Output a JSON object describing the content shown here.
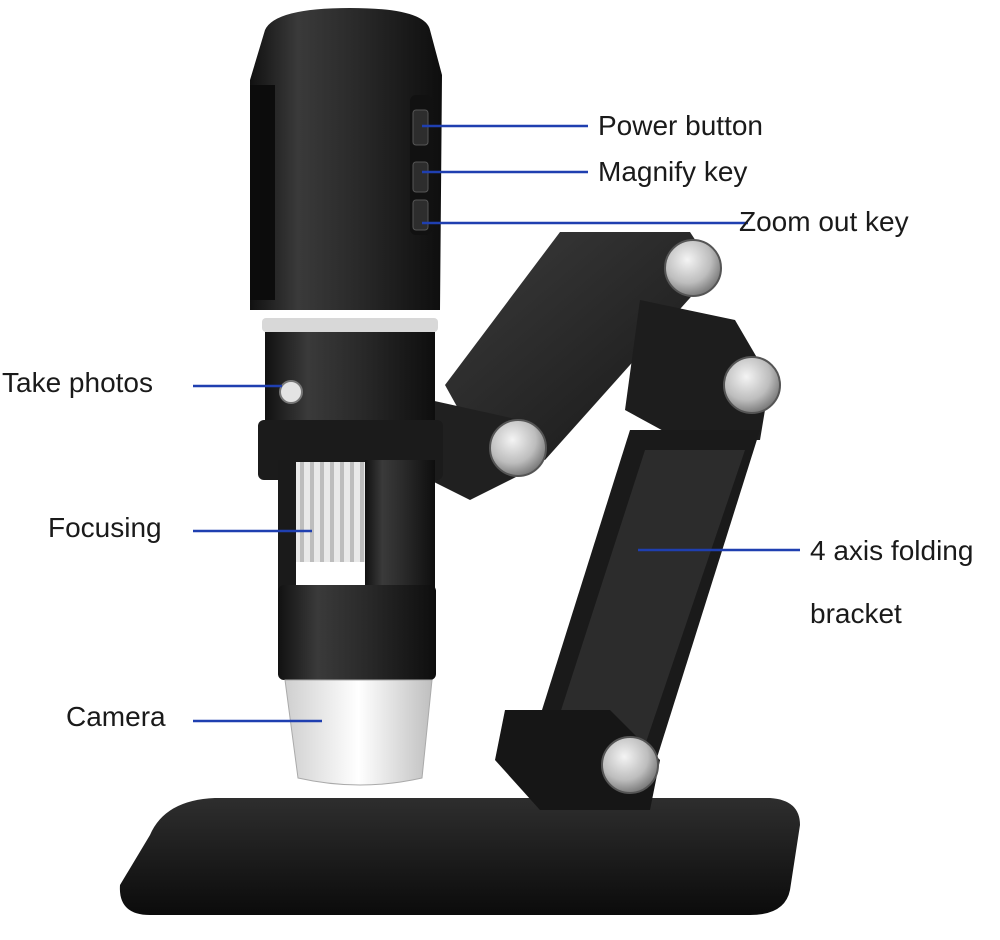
{
  "diagram": {
    "labels": {
      "power_button": "Power button",
      "magnify_key": "Magnify key",
      "zoom_out_key": "Zoom out key",
      "take_photos": "Take photos",
      "focusing": "Focusing",
      "camera": "Camera",
      "folding_bracket_line1": "4 axis folding",
      "folding_bracket_line2": "bracket"
    },
    "colors": {
      "leader_line": "#1f3fb0",
      "body": "#2a2a2a",
      "body_dark": "#151515",
      "metal": "#c9c9c9",
      "background": "#ffffff"
    }
  }
}
